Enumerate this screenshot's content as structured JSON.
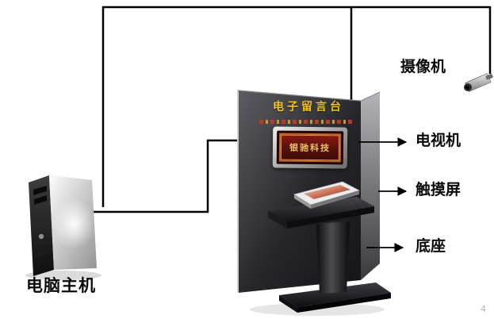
{
  "diagram": {
    "labels": {
      "camera": "摄像机",
      "tv": "电视机",
      "touchscreen": "触摸屏",
      "pedestal": "底座",
      "computer": "电脑主机"
    },
    "kiosk": {
      "title": "电子留言台",
      "plaque_text": "银驰科技"
    },
    "watermark": "4",
    "colors": {
      "wire": "#000000",
      "kiosk_front_dark": "#222226",
      "title_yellow": "#f2c41d",
      "plaque_red": "#8c1a12",
      "plaque_gold": "#ecc264"
    }
  }
}
